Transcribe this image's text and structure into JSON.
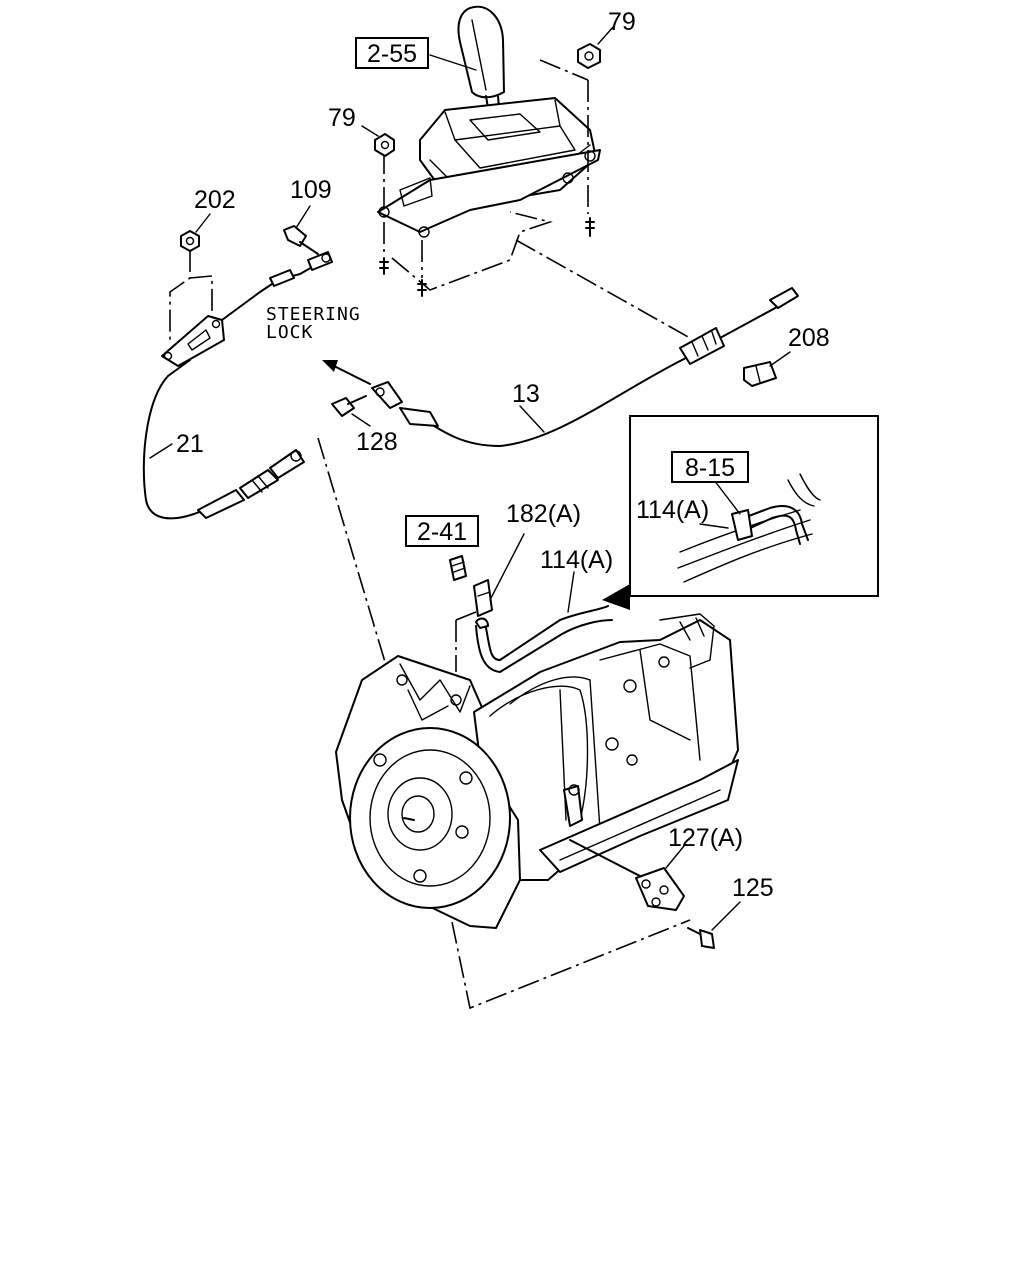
{
  "refs": {
    "r255": "2-55",
    "r241": "2-41",
    "r815": "8-15"
  },
  "callouts": {
    "c79a": "79",
    "c79b": "79",
    "c202": "202",
    "c109": "109",
    "c208": "208",
    "c13": "13",
    "c128": "128",
    "c21": "21",
    "c182a": "182(A)",
    "c114a_main": "114(A)",
    "c114a_inset": "114(A)",
    "c127a": "127(A)",
    "c125": "125"
  },
  "notes": {
    "steering_line1": "STEERING",
    "steering_line2": "LOCK"
  }
}
